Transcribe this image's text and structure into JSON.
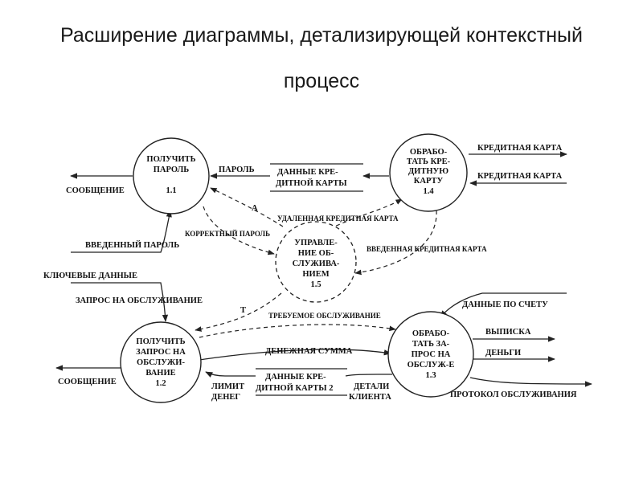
{
  "title": {
    "line1": "Расширение диаграммы, детализирующей контекстный",
    "line2": "процесс"
  },
  "nodes": {
    "n11": {
      "label": [
        "ПОЛУЧИТЬ",
        "ПАРОЛЬ"
      ],
      "number": "1.1"
    },
    "n12": {
      "label": [
        "ПОЛУЧИТЬ",
        "ЗАПРОС НА",
        "ОБСЛУЖИ-",
        "ВАНИЕ"
      ],
      "number": "1.2"
    },
    "n13": {
      "label": [
        "ОБРАБО-",
        "ТАТЬ ЗА-",
        "ПРОС НА",
        "ОБСЛУЖ-Е"
      ],
      "number": "1.3"
    },
    "n14": {
      "label": [
        "ОБРАБО-",
        "ТАТЬ КРЕ-",
        "ДИТНУЮ",
        "КАРТУ"
      ],
      "number": "1.4"
    },
    "n15": {
      "label": [
        "УПРАВЛЕ-",
        "НИЕ ОБ-",
        "СЛУЖИВА-",
        "НИЕМ"
      ],
      "number": "1.5"
    }
  },
  "stores": {
    "s1": [
      "ДАННЫЕ КРЕ-",
      "ДИТНОЙ КАРТЫ"
    ],
    "s2": [
      "ДАННЫЕ КРЕ-",
      "ДИТНОЙ КАРТЫ 2"
    ]
  },
  "flows": {
    "soobshenie_top": "СООБЩЕНИЕ",
    "parol": "ПАРОЛЬ",
    "kreditnaya_karta_out": "КРЕДИТНАЯ КАРТА",
    "kreditnaya_karta_in": "КРЕДИТНАЯ КАРТА",
    "a": "A",
    "udalennaya": "УДАЛЕННАЯ КРЕДИТНАЯ КАРТА",
    "korrektny": "КОРРЕКТНЫЙ ПАРОЛЬ",
    "vvedenny_parol": "ВВЕДЕННЫЙ ПАРОЛЬ",
    "vvedennaya_karta": "ВВЕДЕННАЯ КРЕДИТНАЯ КАРТА",
    "klyuchevye": "КЛЮЧЕВЫЕ ДАННЫЕ",
    "zapros": "ЗАПРОС НА ОБСЛУЖИВАНИЕ",
    "t": "T",
    "trebuemoe": "ТРЕБУЕМОЕ ОБСЛУЖИВАНИЕ",
    "dannye_po_schetu": "ДАННЫЕ ПО СЧЕТУ",
    "vypiska": "ВЫПИСКА",
    "denezhnaya": "ДЕНЕЖНАЯ СУММА",
    "dengi": "ДЕНЬГИ",
    "soobshenie_bottom": "СООБЩЕНИЕ",
    "limit": [
      "ЛИМИТ",
      "ДЕНЕГ"
    ],
    "detali": [
      "ДЕТАЛИ",
      "КЛИЕНТА"
    ],
    "protokol": "ПРОТОКОЛ ОБСЛУЖИВАНИЯ"
  }
}
